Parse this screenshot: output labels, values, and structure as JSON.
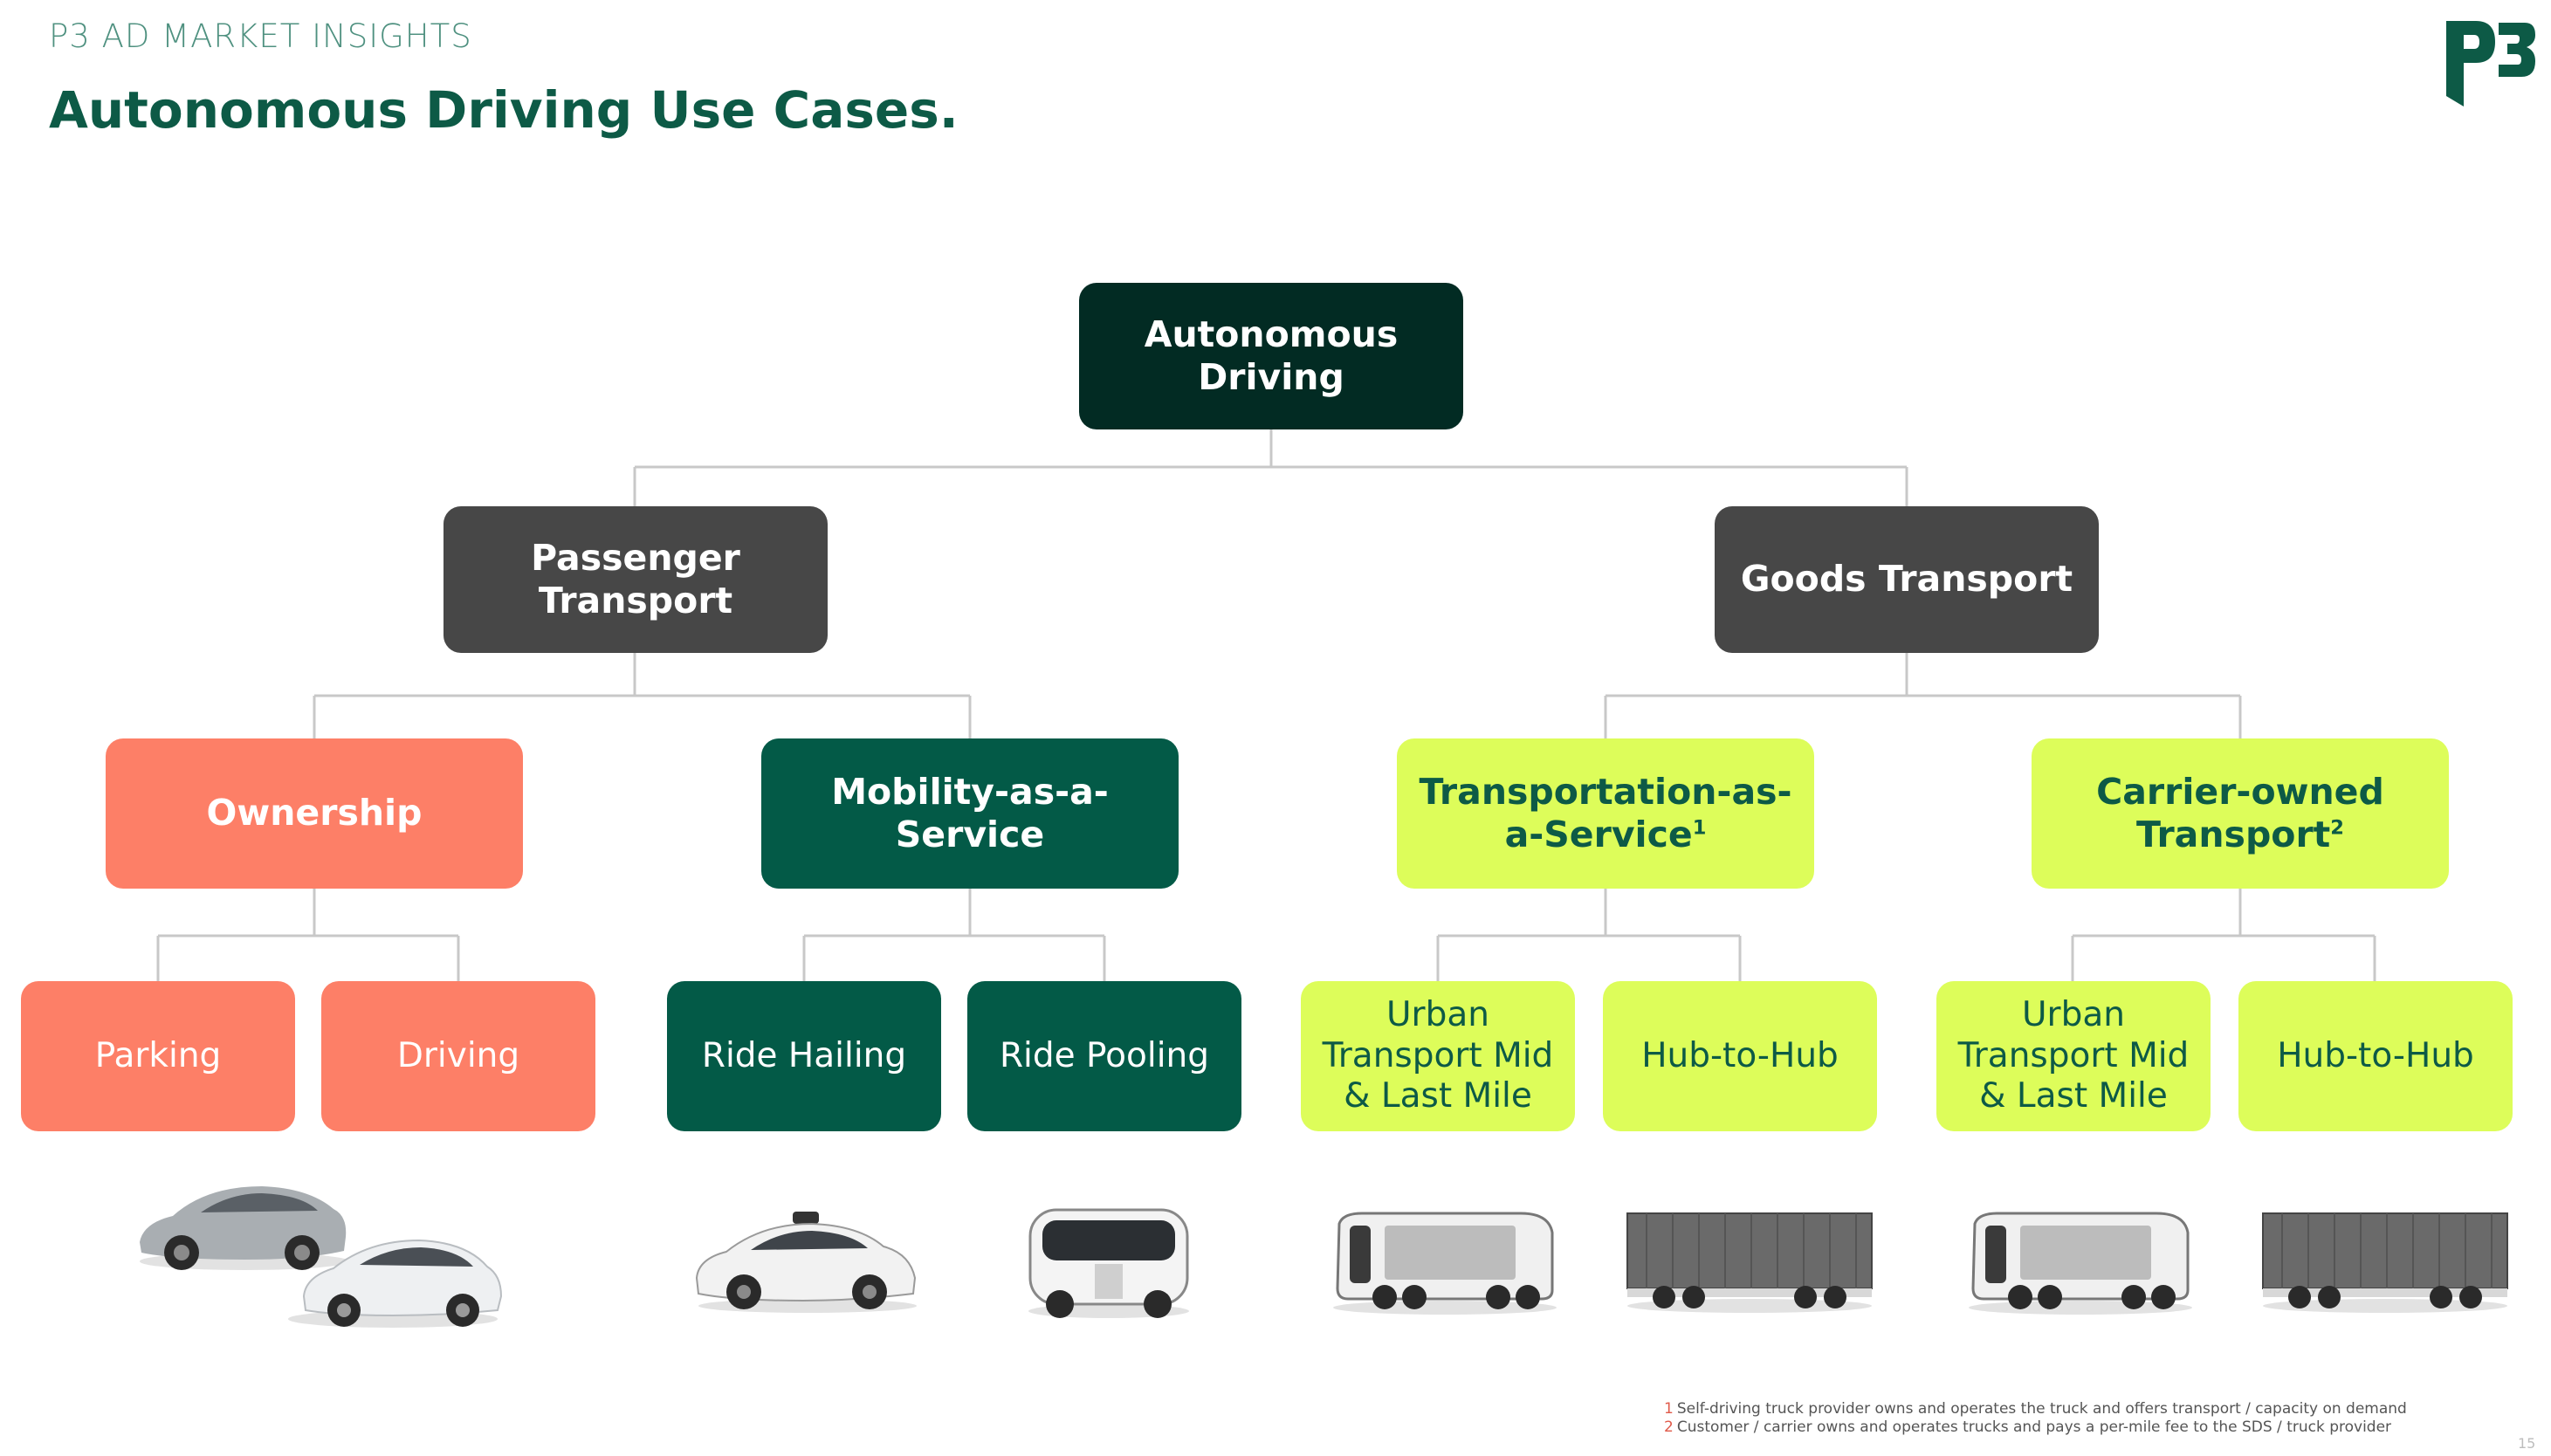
{
  "header": {
    "kicker": "P3 AD MARKET INSIGHTS",
    "title": "Autonomous Driving Use Cases."
  },
  "logo": {
    "icon": "p3-logo",
    "color": "#0d5a46"
  },
  "colors": {
    "root": "#022b23",
    "category": "#474747",
    "ownership": "#fd7f67",
    "maas": "#035a47",
    "goods": "#ddfd5a",
    "goods_text": "#0d5a46",
    "connector": "#c8c8c8"
  },
  "tree": {
    "root": {
      "label": "Autonomous Driving"
    },
    "passenger": {
      "label": "Passenger Transport",
      "ownership": {
        "label": "Ownership",
        "leaves": [
          "Parking",
          "Driving"
        ]
      },
      "maas": {
        "label": "Mobility-as-a-Service",
        "leaves": [
          "Ride Hailing",
          "Ride Pooling"
        ]
      }
    },
    "goods": {
      "label": "Goods Transport",
      "taas": {
        "label": "Transportation-as-a-Service",
        "footnote_ref": "1",
        "leaves": [
          "Urban Transport Mid & Last Mile",
          "Hub-to-Hub"
        ]
      },
      "carrier": {
        "label": "Carrier-owned Transport",
        "footnote_ref": "2",
        "leaves": [
          "Urban Transport Mid & Last Mile",
          "Hub-to-Hub"
        ]
      }
    }
  },
  "images": [
    {
      "icon": "sedan-cars-icon"
    },
    {
      "icon": "robotaxi-suv-icon"
    },
    {
      "icon": "autonomous-shuttle-icon"
    },
    {
      "icon": "autonomous-pod-icon"
    },
    {
      "icon": "autonomous-truck-icon"
    },
    {
      "icon": "autonomous-pod-icon"
    },
    {
      "icon": "autonomous-truck-icon"
    }
  ],
  "footnotes": [
    {
      "mark": "1",
      "text": "Self-driving truck provider owns and operates the truck and offers transport / capacity on demand"
    },
    {
      "mark": "2",
      "text": "Customer / carrier owns and operates trucks and pays a per-mile fee to the SDS / truck provider"
    }
  ],
  "page_number": "15"
}
